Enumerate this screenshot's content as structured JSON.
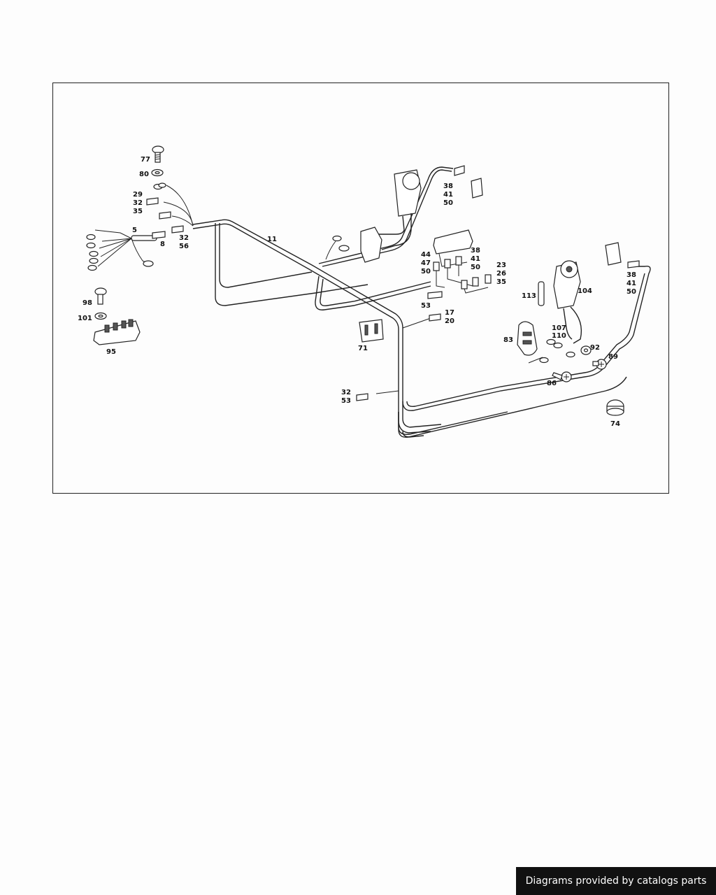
{
  "diagram": {
    "labels": {
      "p77": "77",
      "p80": "80",
      "p29_32_35": [
        "29",
        "32",
        "35"
      ],
      "p5": "5",
      "p8": "8",
      "p32_56": [
        "32",
        "56"
      ],
      "p11": "11",
      "p38_41_50_top": [
        "38",
        "41",
        "50"
      ],
      "p44_47_50": [
        "44",
        "47",
        "50"
      ],
      "p38_41_50_mid": [
        "38",
        "41",
        "50"
      ],
      "p23_26_35": [
        "23",
        "26",
        "35"
      ],
      "p53": "53",
      "p17_20": [
        "17",
        "20"
      ],
      "p71": "71",
      "p113": "113",
      "p104": "104",
      "p38_41_50_right": [
        "38",
        "41",
        "50"
      ],
      "p98": "98",
      "p101": "101",
      "p95": "95",
      "p83": "83",
      "p107_110": [
        "107",
        "110"
      ],
      "p92": "92",
      "p89": "89",
      "p86": "86",
      "p32_53": [
        "32",
        "53"
      ],
      "p74": "74"
    }
  },
  "footer": {
    "credit": "Diagrams provided by catalogs parts"
  }
}
